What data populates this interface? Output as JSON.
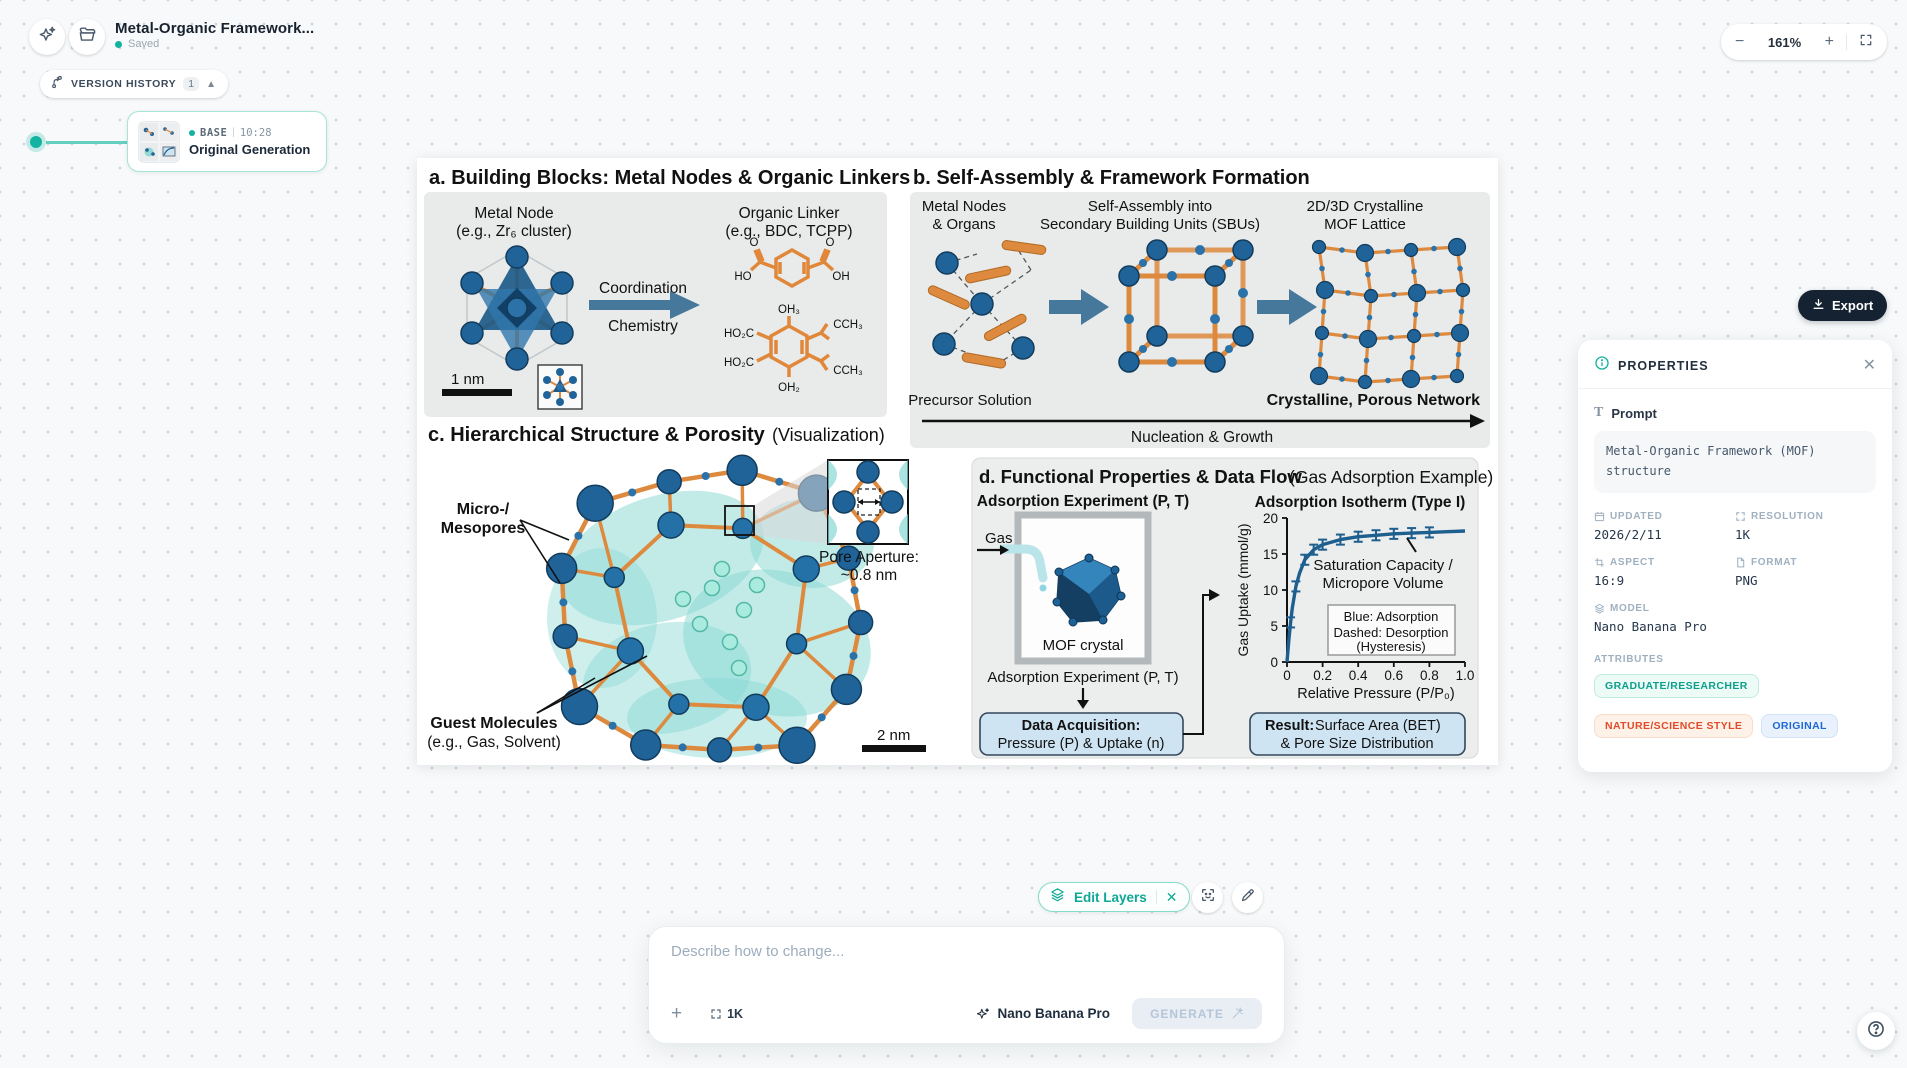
{
  "header": {
    "title": "Metal-Organic Framework...",
    "status": "Saved"
  },
  "version_history": {
    "label": "VERSION HISTORY",
    "count": "1",
    "item": {
      "tag": "BASE",
      "separator": "|",
      "time": "10:28",
      "name": "Original Generation"
    }
  },
  "zoom_controls": {
    "level": "161%",
    "minus": "−",
    "plus": "+"
  },
  "export": {
    "label": "Export"
  },
  "properties": {
    "title": "PROPERTIES",
    "close": "✕",
    "prompt_label": "Prompt",
    "prompt_text": "Metal-Organic Framework (MOF) structure",
    "fields": [
      {
        "label": "UPDATED",
        "value": "2026/2/11"
      },
      {
        "label": "RESOLUTION",
        "value": "1K"
      },
      {
        "label": "ASPECT",
        "value": "16:9"
      },
      {
        "label": "FORMAT",
        "value": "PNG"
      },
      {
        "label": "MODEL",
        "value": "Nano Banana Pro"
      }
    ],
    "attributes_label": "ATTRIBUTES",
    "attributes": [
      {
        "label": "GRADUATE/RESEARCHER"
      },
      {
        "label": "NATURE/SCIENCE STYLE"
      },
      {
        "label": "ORIGINAL"
      }
    ]
  },
  "toolbar": {
    "edit_layers": "Edit Layers",
    "close": "✕"
  },
  "composer": {
    "placeholder": "Describe how to change...",
    "resolution": "1K",
    "model": "Nano Banana Pro",
    "generate_label": "GENERATE",
    "plus": "+"
  },
  "figure": {
    "panel_a": {
      "title": "a. Building Blocks: Metal Nodes & Organic Linkers",
      "metal_node_line1": "Metal Node",
      "metal_node_line2": "(e.g., Zr₆ cluster)",
      "scale_label": "1 nm",
      "arrow_label_top": "Coordination",
      "arrow_label_bottom": "Chemistry",
      "linker_line1": "Organic Linker",
      "linker_line2": "(e.g., BDC, TCPP)",
      "bdc_labels": [
        "O",
        "O",
        "HO",
        "OH"
      ],
      "mol2_labels": [
        "OH₃",
        "HO₂C",
        "CCH₃",
        "HO₂C",
        "CCH₃",
        "OH₂"
      ]
    },
    "panel_b": {
      "title": "b. Self-Assembly & Framework Formation",
      "stage1_line1": "Metal Nodes",
      "stage1_line2": "& Organs",
      "stage2_line1": "Self-Assembly into",
      "stage2_line2": "Secondary Building Units (SBUs)",
      "stage3_line1": "2D/3D Crystalline",
      "stage3_line2": "MOF Lattice",
      "precursor_label": "Precursor Solution",
      "network_label": "Crystalline, Porous Network",
      "growth_label": "Nucleation & Growth"
    },
    "panel_c": {
      "title": "c. Hierarchical Structure & Porosity",
      "title_suffix": "(Visualization)",
      "pores_line1": "Micro-/",
      "pores_line2": "Mesopores",
      "guest_line1": "Guest Molecules",
      "guest_line2": "(e.g., Gas, Solvent)",
      "pore_aperture_line1": "Pore Aperture:",
      "pore_aperture_line2": "~0.8 nm",
      "scale_label": "2 nm"
    },
    "panel_d": {
      "title": "d. Functional Properties & Data Flow",
      "title_suffix": "(Gas Adsorption Example)",
      "experiment_title": "Adsorption Experiment (P, T)",
      "gas_label": "Gas",
      "crystal_label": "MOF crystal",
      "experiment_caption": "Adsorption Experiment (P, T)",
      "acquisition_line1": "Data Acquisition:",
      "acquisition_line2": "Pressure (P) & Uptake (n)",
      "isotherm_title": "Adsorption Isotherm (Type I)",
      "saturation_line1": "Saturation Capacity /",
      "saturation_line2": "Micropore Volume",
      "legend_line1": "Blue: Adsorption",
      "legend_line2": "Dashed: Desorption",
      "legend_line3": "(Hysteresis)",
      "result_bold": "Result:",
      "result_line1_rest": " Surface Area (BET)",
      "result_line2": "& Pore Size Distribution"
    }
  },
  "chart_data": {
    "type": "line",
    "title": "Adsorption Isotherm (Type I)",
    "xlabel": "Relative Pressure (P/P₀)",
    "ylabel": "Gas Uptake (mmol/g)",
    "xlim": [
      0,
      1.0
    ],
    "ylim": [
      0,
      20
    ],
    "xtick_values": [
      0,
      0.2,
      0.4,
      0.6,
      0.8,
      1.0
    ],
    "xtick_labels": [
      "0",
      "0.2",
      "0.4",
      "0.6",
      "0.8",
      "1.0"
    ],
    "ytick_values": [
      0,
      5,
      10,
      15,
      20
    ],
    "ytick_labels": [
      "0",
      "5",
      "10",
      "15",
      "20"
    ],
    "grid": false,
    "series": [
      {
        "name": "Adsorption",
        "x": [
          0,
          0.005,
          0.01,
          0.02,
          0.03,
          0.05,
          0.07,
          0.1,
          0.15,
          0.2,
          0.3,
          0.4,
          0.5,
          0.6,
          0.7,
          0.8,
          0.9,
          1.0
        ],
        "y": [
          0,
          1.5,
          3.0,
          5.5,
          7.5,
          10.5,
          12.3,
          14.2,
          15.6,
          16.3,
          17.0,
          17.4,
          17.6,
          17.8,
          17.9,
          18.0,
          18.1,
          18.2
        ]
      }
    ],
    "error_bars": {
      "x": [
        0.02,
        0.05,
        0.1,
        0.15,
        0.2,
        0.3,
        0.4,
        0.5,
        0.6,
        0.7,
        0.8
      ],
      "y": [
        5.5,
        10.5,
        14.2,
        15.6,
        16.3,
        17.0,
        17.4,
        17.6,
        17.8,
        17.9,
        18.0
      ],
      "err": 0.7
    },
    "annotation": "Saturation Capacity / Micropore Volume",
    "legend": [
      "Blue: Adsorption",
      "Dashed: Desorption",
      "(Hysteresis)"
    ],
    "line_color": "#1d5f8e"
  }
}
